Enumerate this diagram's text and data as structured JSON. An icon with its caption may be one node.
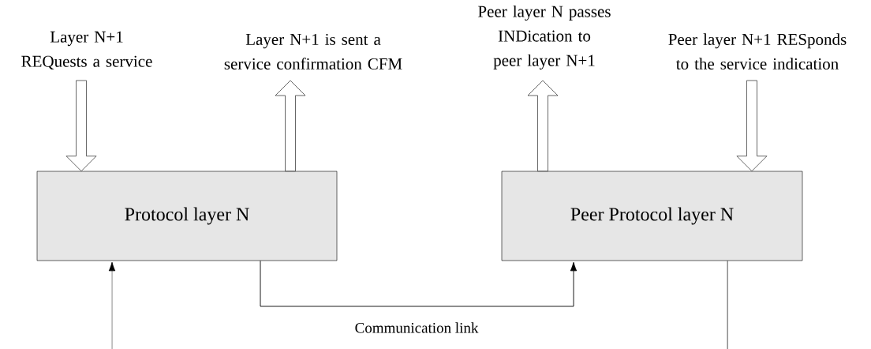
{
  "diagram": {
    "nodes": [
      {
        "text": [
          "Layer N+1 REQuests a service"
        ]
      },
      {
        "text": [
          "Layer N+1 is sent a service confirmation CFM"
        ]
      },
      {
        "text": [
          "Peer layer N passes INDication to peer layer N+1"
        ]
      },
      {
        "text": [
          "Peer layer N+1 RESponds to the service indication"
        ]
      },
      {
        "text": [
          "Protocol layer N"
        ]
      },
      {
        "text": [
          "Peer Protocol layer N"
        ]
      }
    ],
    "edges": [
      {
        "from": 0,
        "to": 4,
        "arrow": "to",
        "style": "thick"
      },
      {
        "from": 4,
        "to": 1,
        "arrow": "to",
        "style": "thick"
      },
      {
        "from": 5,
        "to": 2,
        "arrow": "to",
        "style": "thick"
      },
      {
        "from": 3,
        "to": 5,
        "arrow": "to",
        "style": "thick"
      },
      {
        "from": null,
        "to": 4,
        "arrow": "to"
      },
      {
        "from": 4,
        "to": 5,
        "arrow": "to",
        "label": "Communication link"
      },
      {
        "from": 5,
        "to": null,
        "arrow": "none"
      }
    ]
  }
}
